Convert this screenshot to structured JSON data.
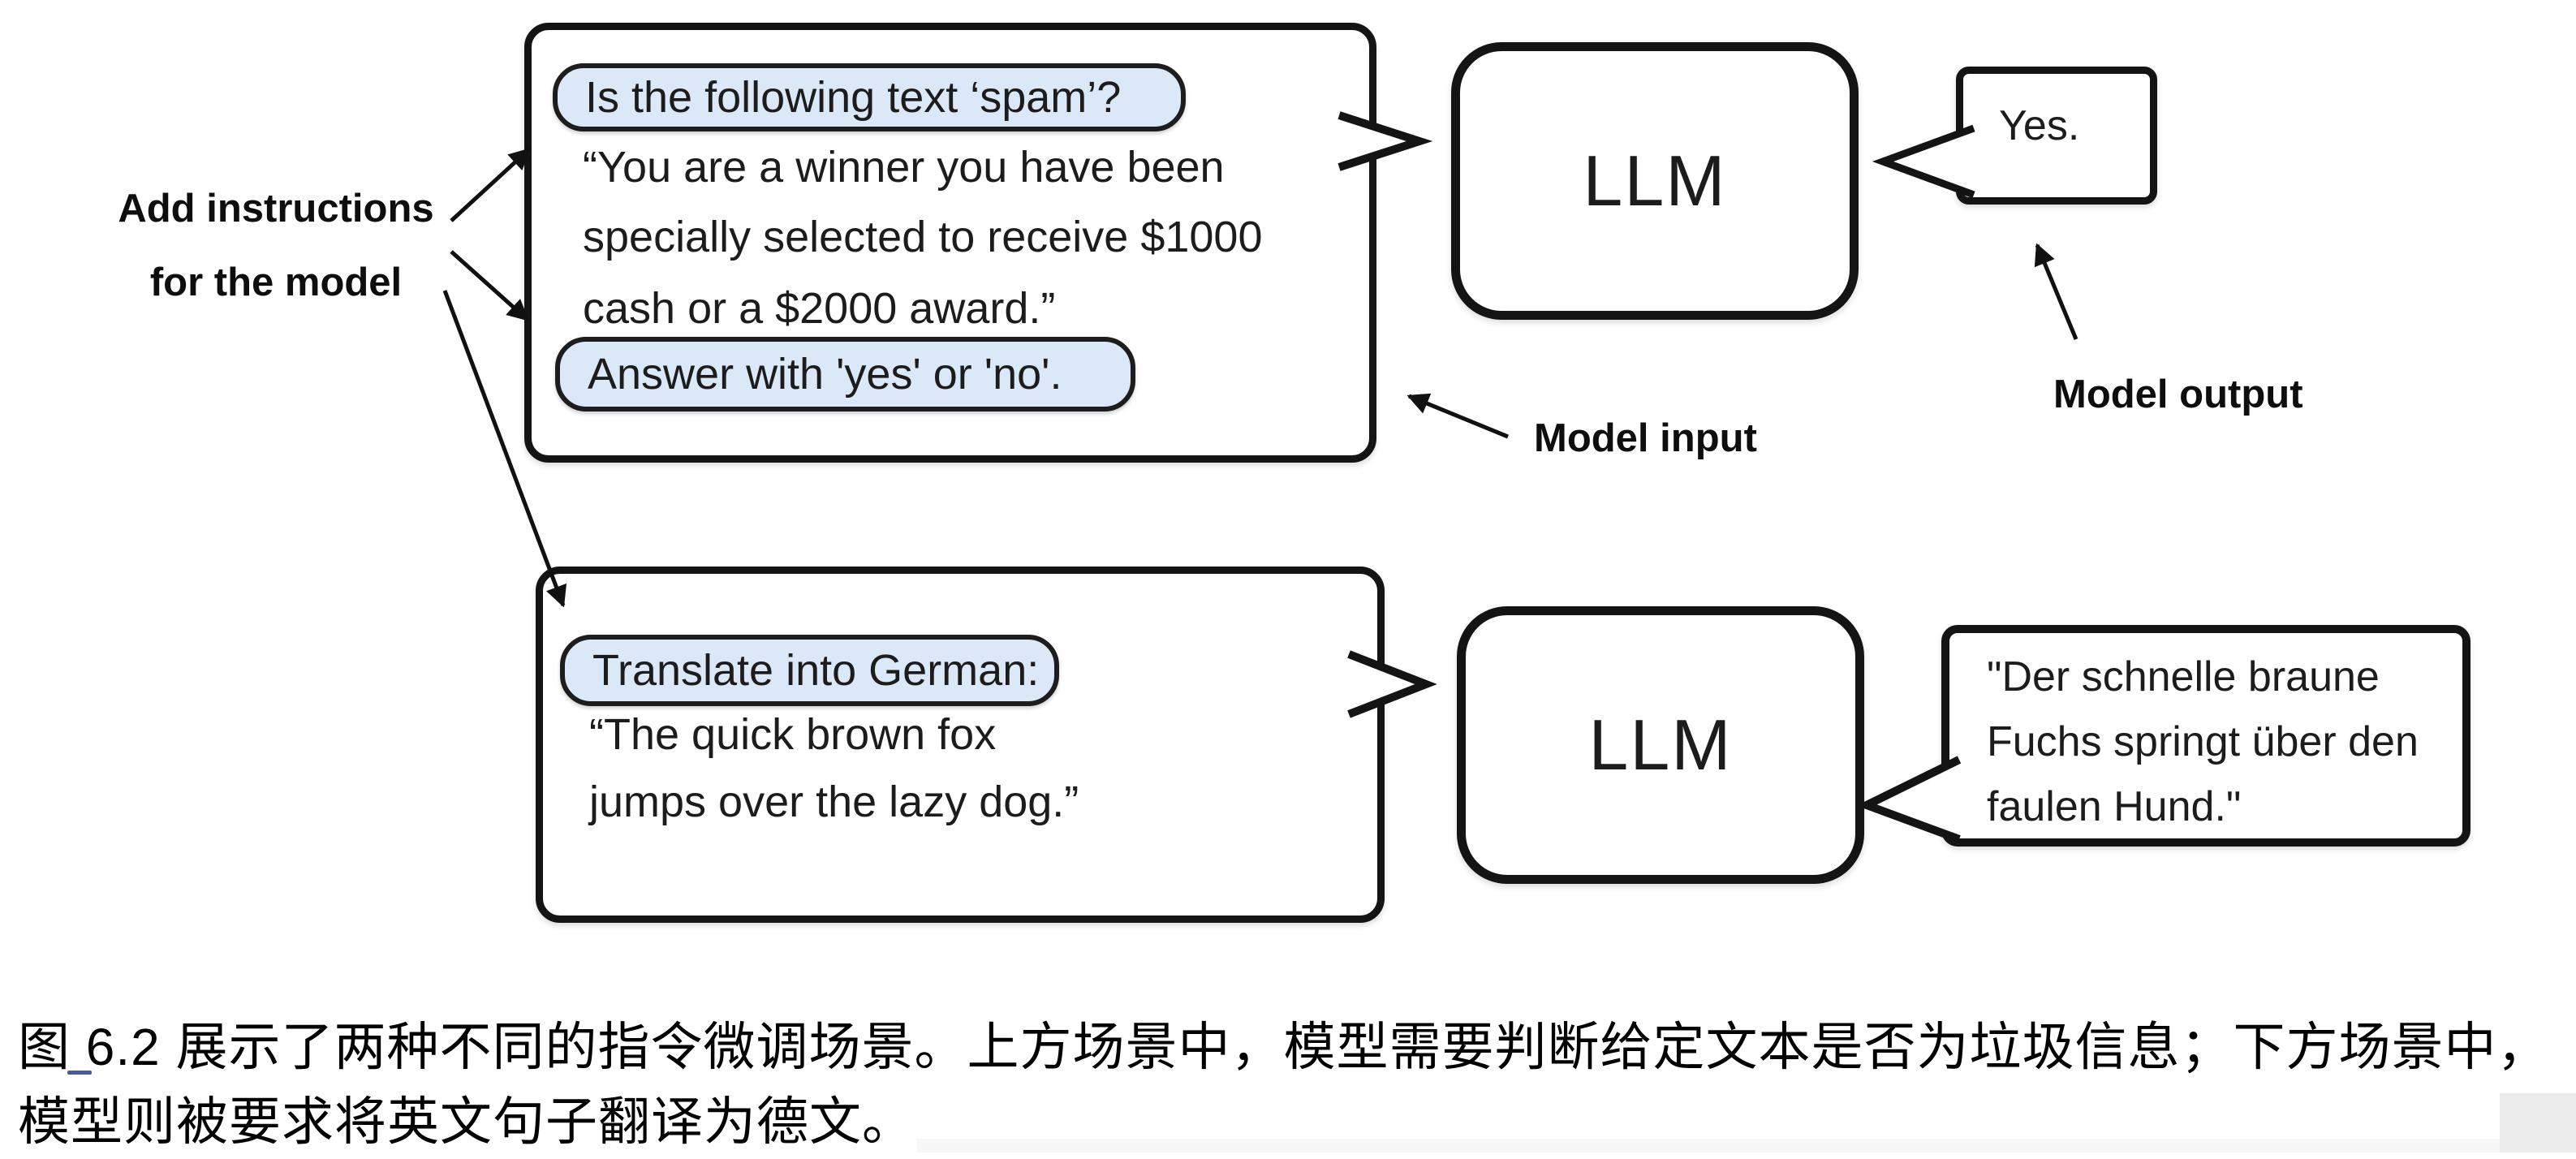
{
  "colors": {
    "instruction_fill": "#dbe8f7",
    "outline": "#141414",
    "link_underline": "#4a5a9e"
  },
  "top_scenario": {
    "instruction_badge_1": "Is the following text ‘spam’?",
    "body_lines": [
      "“You are a winner you have been",
      "specially selected to receive $1000",
      "cash or a $2000 award.”"
    ],
    "instruction_badge_2": "Answer with 'yes' or 'no'.",
    "llm_label": "LLM",
    "output_text": "Yes."
  },
  "bottom_scenario": {
    "instruction_badge": "Translate into German:",
    "body_lines": [
      "“The quick brown fox",
      "jumps over the lazy dog.”"
    ],
    "llm_label": "LLM",
    "output_lines": [
      "\"Der schnelle braune",
      "Fuchs springt über den",
      "faulen Hund.\""
    ]
  },
  "annotations": {
    "add_instructions_line1": "Add instructions",
    "add_instructions_line2": "for the model",
    "model_input": "Model input",
    "model_output": "Model output"
  },
  "caption": {
    "line1": "图 6.2 展示了两种不同的指令微调场景。上方场景中，模型需要判断给定文本是否为垃圾信息；下方场景中，",
    "line2": "模型则被要求将英文句子翻译为德文。"
  }
}
